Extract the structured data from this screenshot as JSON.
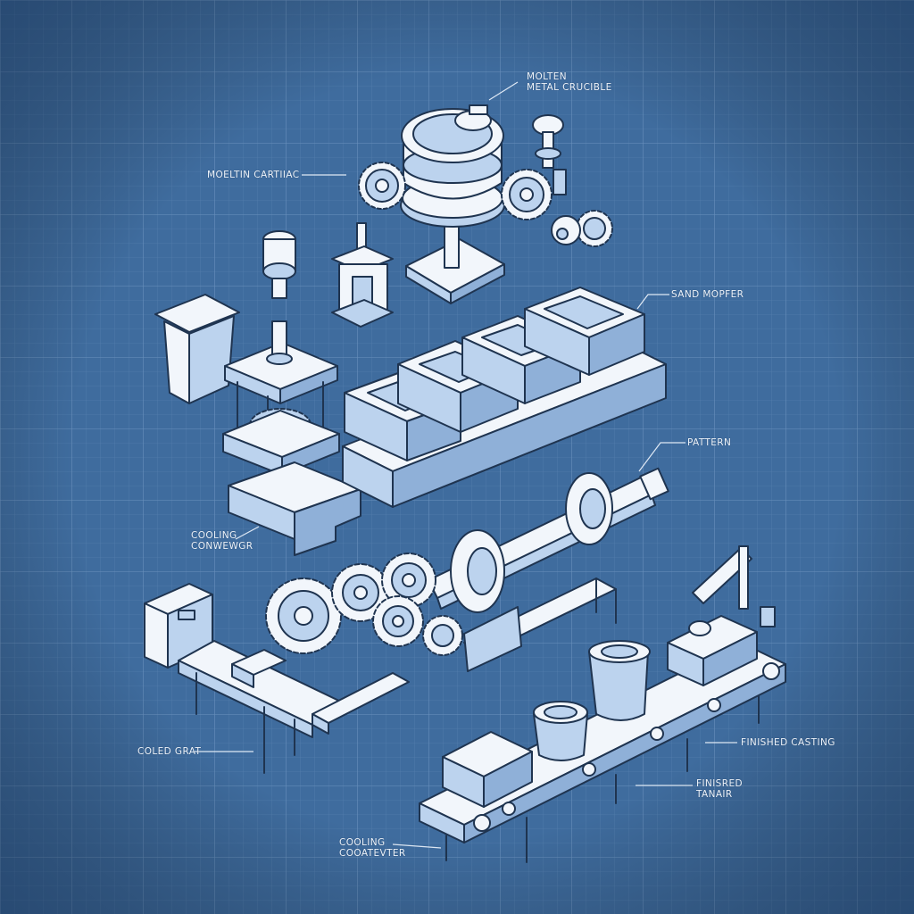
{
  "colors": {
    "background": "#3f6c9e",
    "grid_minor": "#5a83b1",
    "grid_major": "#6b92bd",
    "part_fill": "#f2f6fb",
    "part_shade": "#bcd3ee",
    "ink": "#1f3450",
    "label_text": "#eef4fb"
  },
  "labels": {
    "molten_crucible": [
      "MOLTEN",
      "METAL CRUCIBLE"
    ],
    "molten_cartiac": "MOELTIN CARTIIAC",
    "sand_mopfer": "SAND MOPFER",
    "pattern": "PATTERN",
    "cooling_conveyor_left": [
      "COOLING",
      "CONWEWGR"
    ],
    "coled_grat": "COLED GRAT",
    "finished_casting": "FINISHED CASTING",
    "finisred_tanair": [
      "FINISRED",
      "TANAIR"
    ],
    "cooling_conveyer_bottom": [
      "COOLING",
      "COOATEVTER"
    ]
  }
}
